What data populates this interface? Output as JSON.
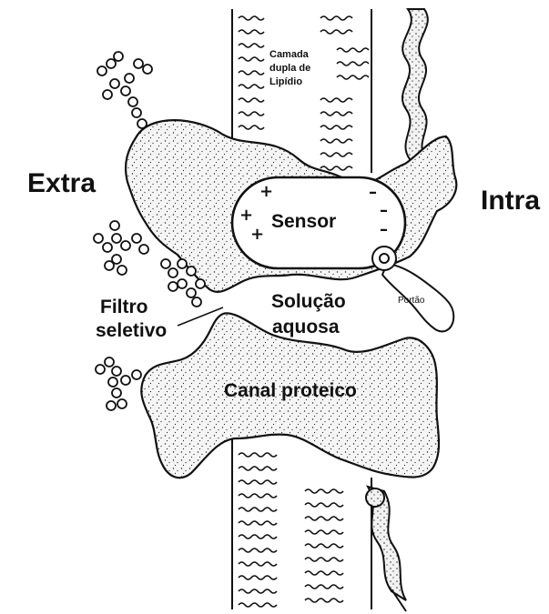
{
  "labels": {
    "extra": "Extra",
    "intra": "Intra",
    "lipid_line1": "Camada",
    "lipid_line2": "dupla de",
    "lipid_line3": "Lipídio",
    "sensor": "Sensor",
    "filtro_line1": "Filtro",
    "filtro_line2": "seletivo",
    "solucao_line1": "Solução",
    "solucao_line2": "aquosa",
    "portao": "Portão",
    "canal": "Canal proteico"
  },
  "charges": {
    "positive": [
      "+",
      "+",
      "+",
      "+"
    ],
    "negative": [
      "–",
      "–",
      "–",
      "–"
    ]
  },
  "colors": {
    "ink": "#111111",
    "protein_fill": "#f4f4f4",
    "background": "#ffffff"
  }
}
